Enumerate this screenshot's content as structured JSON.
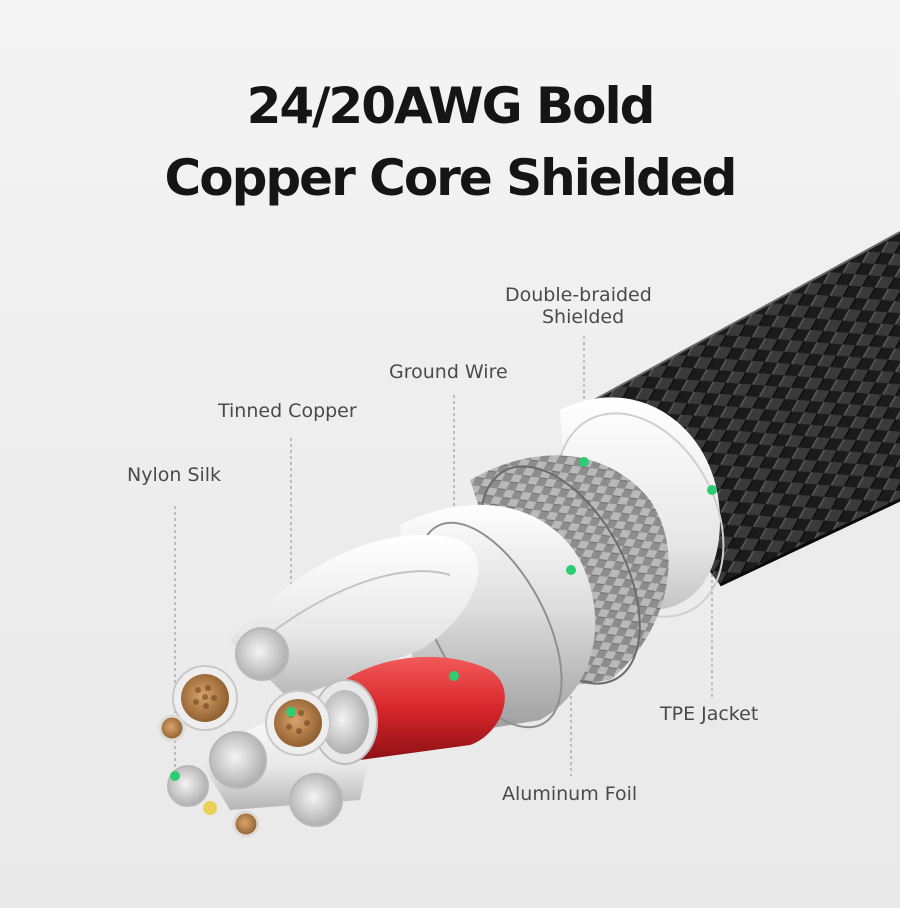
{
  "headline": {
    "line1": "24/20AWG Bold",
    "line2": "Copper Core Shielded"
  },
  "callouts": {
    "double_braided_line1": "Double-braided",
    "double_braided_line2": "Shielded",
    "ground_wire": "Ground Wire",
    "tinned_copper": "Tinned Copper",
    "nylon_silk": "Nylon Silk",
    "tpe_jacket": "TPE Jacket",
    "aluminum_foil": "Aluminum Foil"
  },
  "colors": {
    "marker": "#2ecc71",
    "red_wire": "#d8262b",
    "copper": "#b9824f",
    "braid": "#1c1c1c"
  }
}
